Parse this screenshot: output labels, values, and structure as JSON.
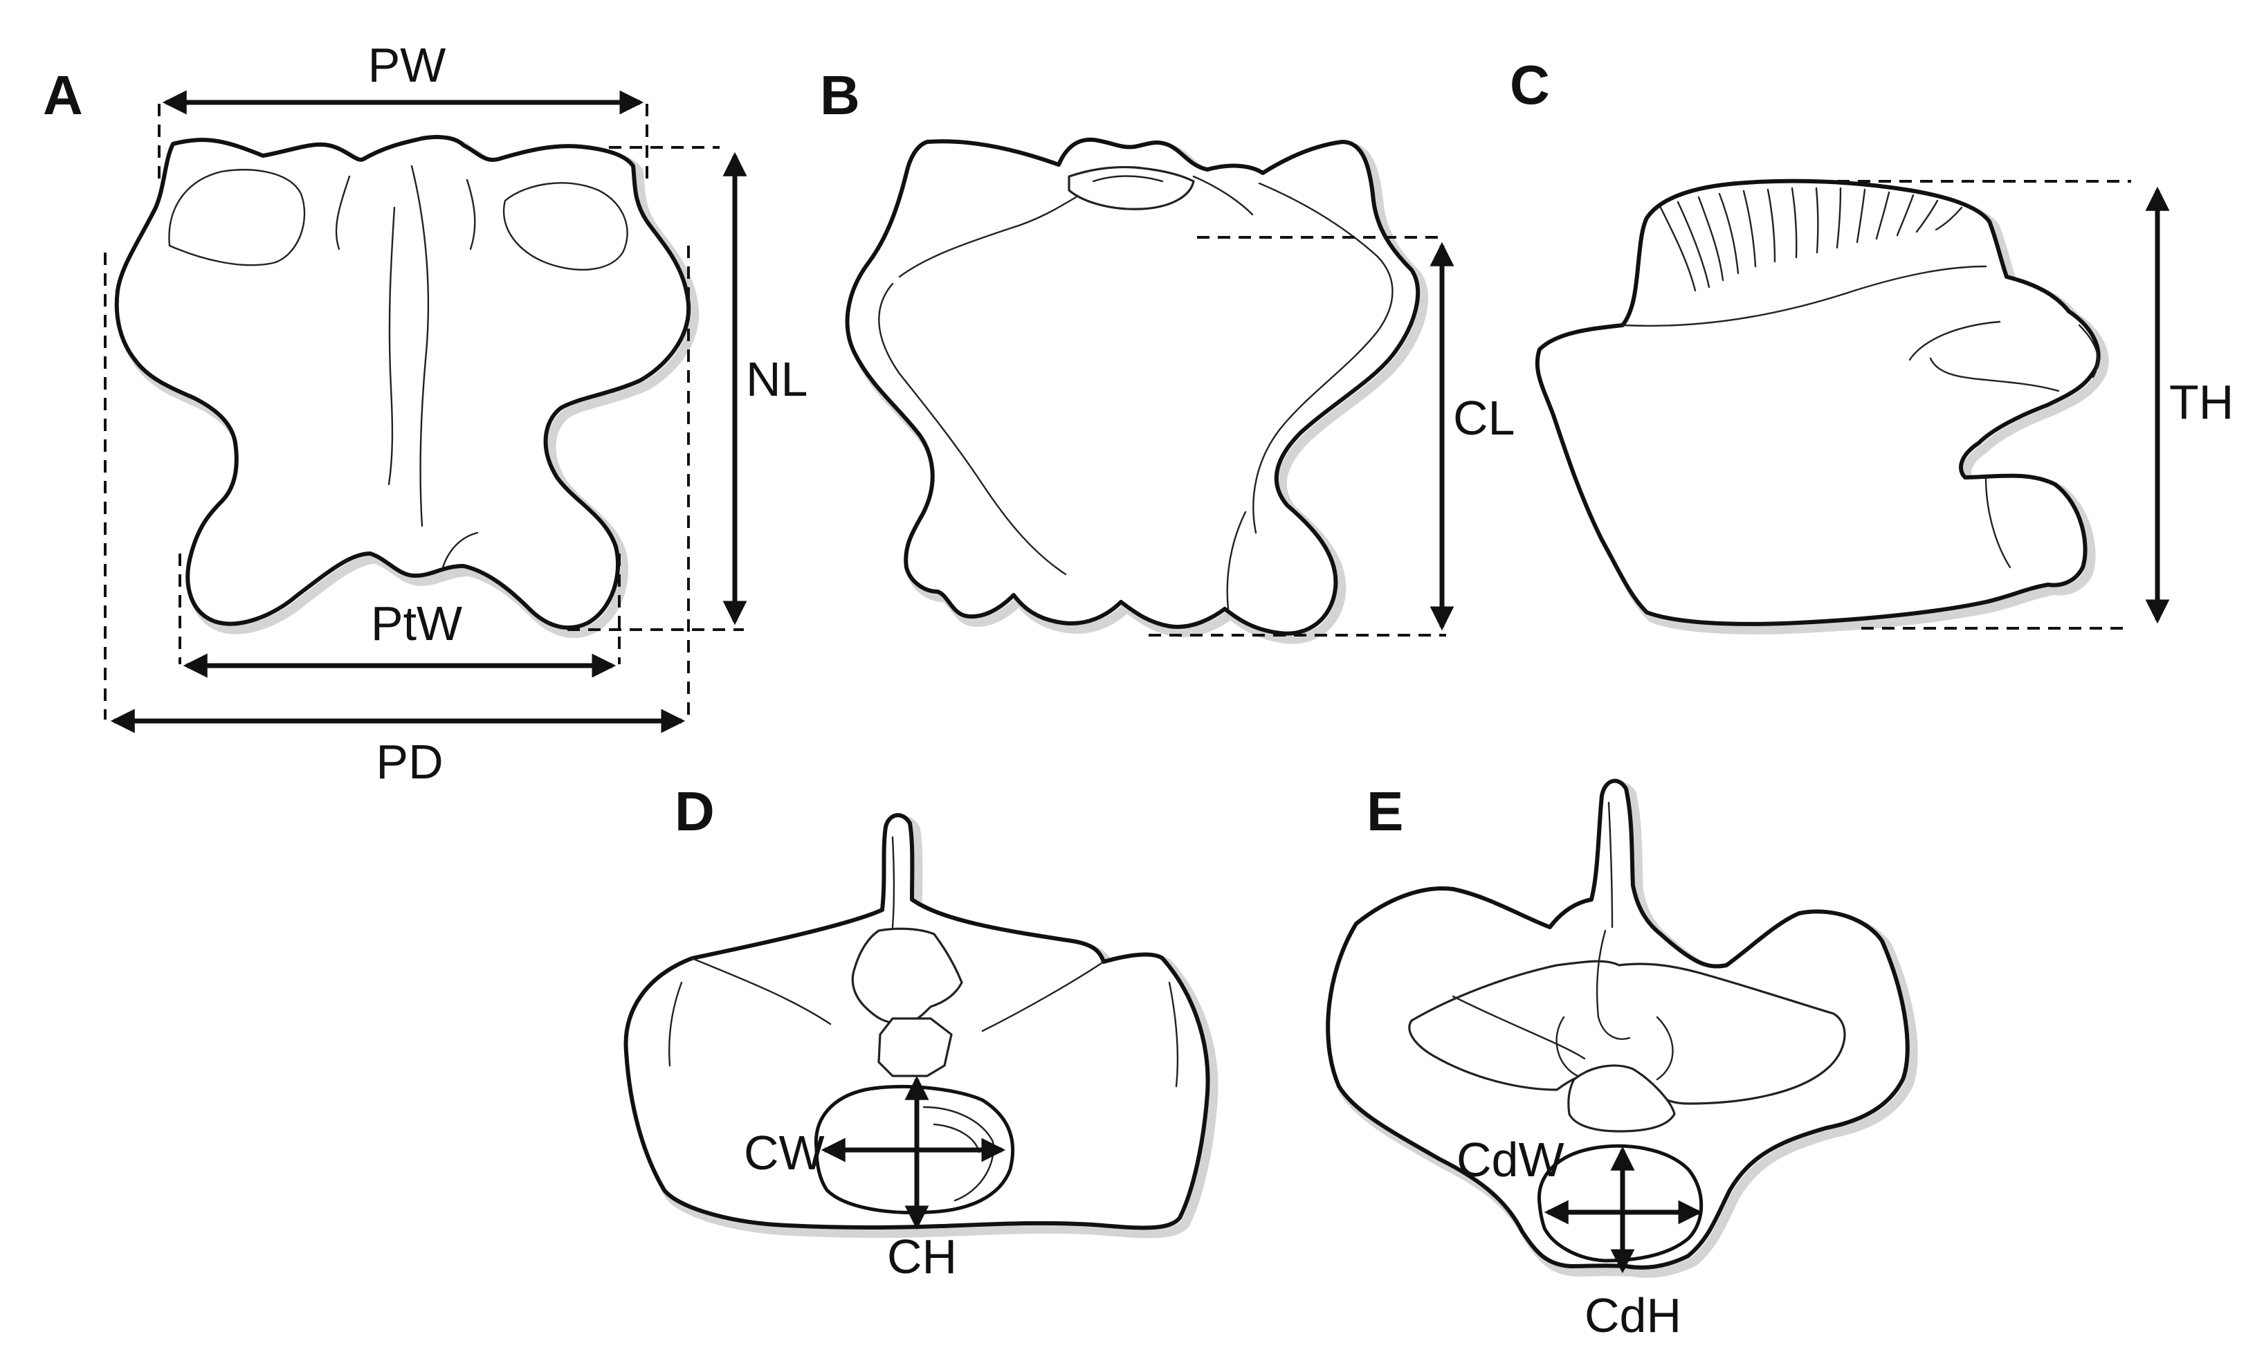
{
  "panels": {
    "A": {
      "letter": "A",
      "labels": {
        "pw": "PW",
        "nl": "NL",
        "ptw": "PtW",
        "pd": "PD"
      }
    },
    "B": {
      "letter": "B",
      "labels": {
        "cl": "CL"
      }
    },
    "C": {
      "letter": "C",
      "labels": {
        "th": "TH"
      }
    },
    "D": {
      "letter": "D",
      "labels": {
        "cw": "CW",
        "ch": "CH"
      }
    },
    "E": {
      "letter": "E",
      "labels": {
        "cdw": "CdW",
        "cdh": "CdH"
      }
    }
  },
  "colors": {
    "line": "#111111",
    "shadow": "#d4d4d4",
    "background": "#ffffff"
  }
}
